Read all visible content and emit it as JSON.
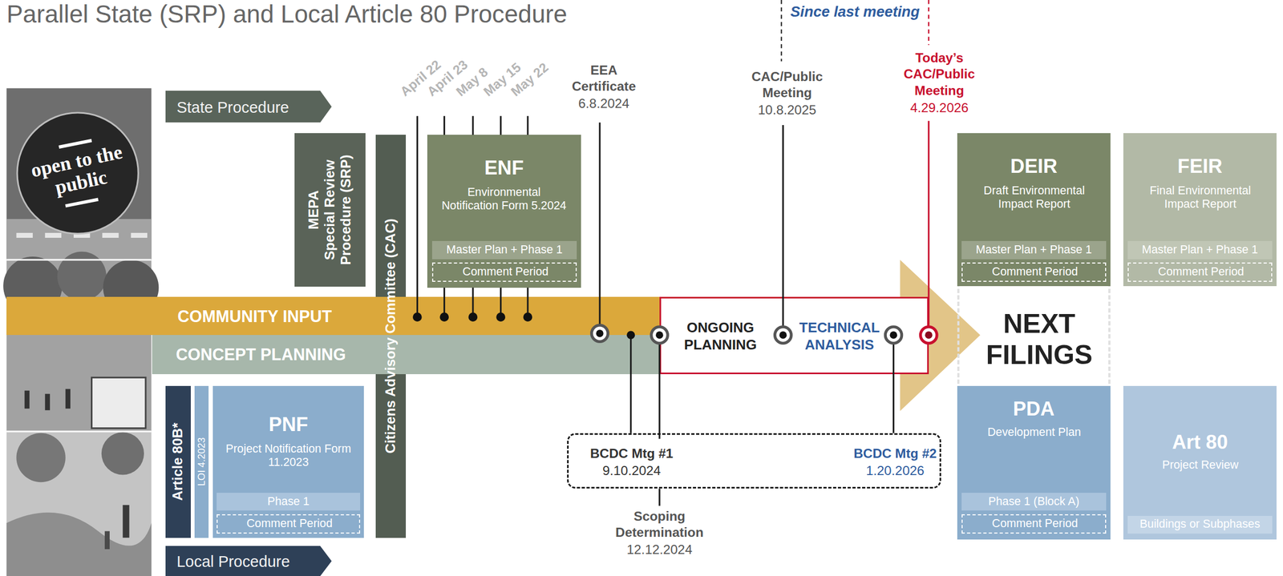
{
  "diagram": {
    "title": "Parallel State (SRP) and Local Article 80 Procedure",
    "nodes": [
      {
        "text": [
          "State Procedure"
        ]
      },
      {
        "text": [
          "MEPA",
          "Special Review Procedure (SRP)"
        ]
      },
      {
        "text": [
          "Citizens Advisory Committee (CAC)"
        ]
      },
      {
        "text": [
          "ENF",
          "Environmental Notification Form 5.2024"
        ]
      },
      {
        "text": [
          "Master Plan + Phase 1"
        ],
        "in": 3
      },
      {
        "text": [
          "Comment Period"
        ],
        "in": 3
      },
      {
        "text": [
          "COMMUNITY INPUT"
        ]
      },
      {
        "text": [
          "CONCEPT PLANNING"
        ]
      },
      {
        "text": [
          "ONGOING PLANNING",
          "TECHNICAL ANALYSIS"
        ]
      },
      {
        "text": [
          "NEXT FILINGS"
        ]
      },
      {
        "text": [
          "DEIR",
          "Draft Environmental Impact Report"
        ],
        "in": 9
      },
      {
        "text": [
          "Master Plan + Phase 1"
        ],
        "in": 10
      },
      {
        "text": [
          "Comment Period"
        ],
        "in": 10
      },
      {
        "text": [
          "PDA",
          "Development Plan"
        ],
        "in": 9
      },
      {
        "text": [
          "Phase 1 (Block A)"
        ],
        "in": 13
      },
      {
        "text": [
          "Comment Period"
        ],
        "in": 13
      },
      {
        "text": [
          "FEIR",
          "Final Environmental Impact Report"
        ]
      },
      {
        "text": [
          "Master Plan + Phase 1"
        ],
        "in": 16
      },
      {
        "text": [
          "Comment Period"
        ],
        "in": 16
      },
      {
        "text": [
          "Art 80",
          "Project Review"
        ]
      },
      {
        "text": [
          "Buildings or Subphases"
        ],
        "in": 19
      },
      {
        "text": [
          "Article 80B*"
        ]
      },
      {
        "text": [
          "LOI 4.2023"
        ]
      },
      {
        "text": [
          "PNF",
          "Project Notification Form 11.2023"
        ]
      },
      {
        "text": [
          "Phase 1"
        ],
        "in": 23
      },
      {
        "text": [
          "Comment Period"
        ],
        "in": 23
      },
      {
        "text": [
          "Local Procedure"
        ]
      },
      {
        "text": [
          "BCDC Mtg #1",
          "9.10.2024",
          "BCDC Mtg #2",
          "1.20.2026"
        ]
      }
    ],
    "labels": [
      "Since last meeting",
      "open to the public",
      "April 22",
      "April 23",
      "May 8",
      "May 15",
      "May 22",
      "EEA Certificate",
      "6.8.2024",
      "CAC/Public Meeting",
      "10.8.2025",
      "Today’s CAC/Public Meeting",
      "4.29.2026",
      "Scoping Determination",
      "12.12.2024"
    ]
  }
}
